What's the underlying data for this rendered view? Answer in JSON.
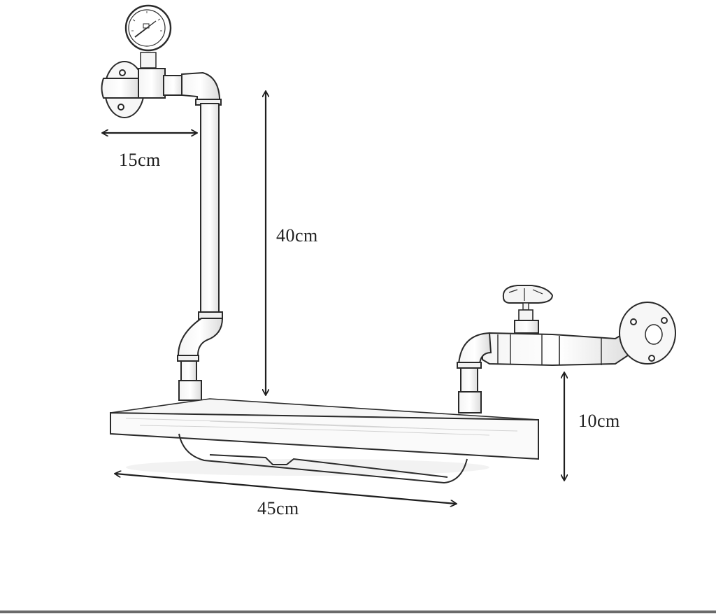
{
  "diagram": {
    "subject": "Industrial pipe wall shelf with pressure gauge and valve",
    "dimensions": {
      "wall_offset": {
        "label": "15cm"
      },
      "vertical_pipe_height": {
        "label": "40cm"
      },
      "shelf_width": {
        "label": "45cm"
      },
      "right_arm_height": {
        "label": "10cm"
      }
    },
    "components": {
      "gauge": "pressure-gauge",
      "valve": "valve-handwheel",
      "flanges": [
        "left-wall-flange",
        "right-wall-flange"
      ],
      "shelf": "wooden-board",
      "towel_bar": "under-shelf-pipe"
    },
    "colors": {
      "line": "#2a2a2a",
      "arrow": "#1e1e1e",
      "shade": "#bdbdbd",
      "background": "#ffffff",
      "rule": "#6a6a6a"
    }
  }
}
